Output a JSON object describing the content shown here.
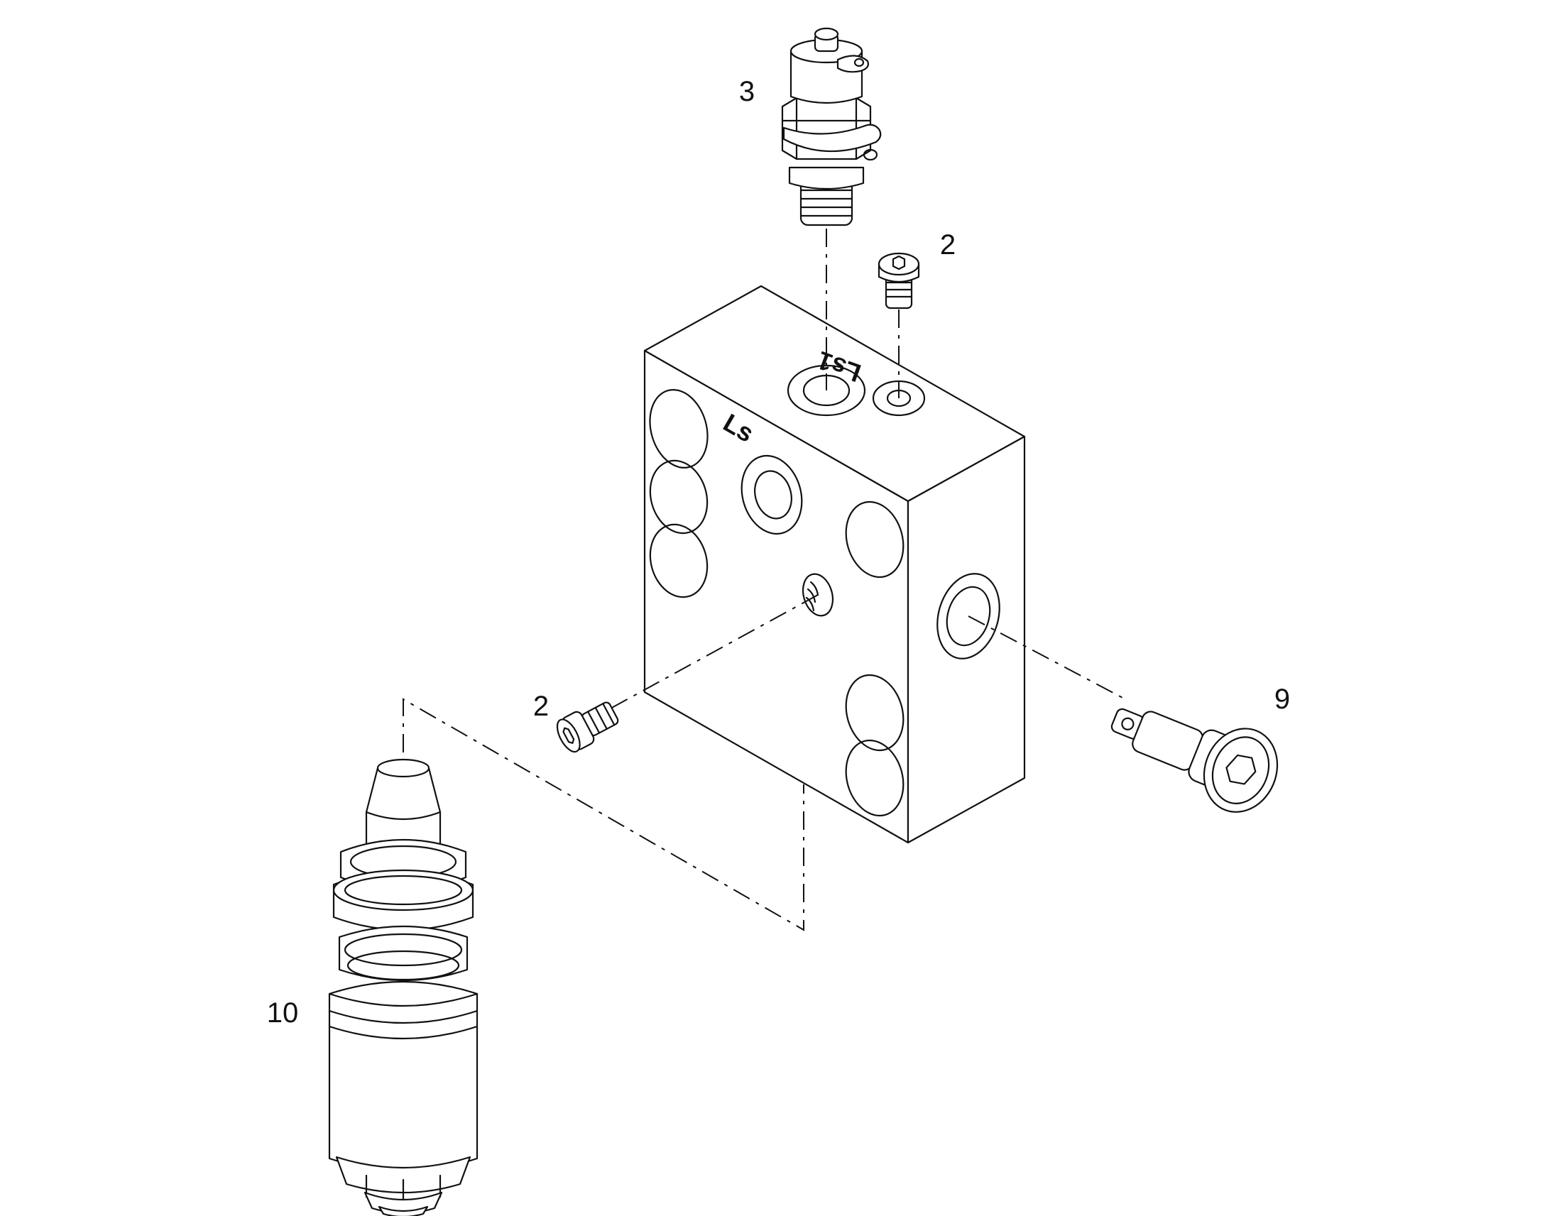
{
  "callouts": {
    "item_3": "3",
    "item_2_top": "2",
    "item_2_left": "2",
    "item_9": "9",
    "item_10": "10"
  },
  "block_markings": {
    "top_port": "Ls1",
    "side_port": "Ls"
  },
  "colors": {
    "line": "#111111",
    "background": "#ffffff"
  }
}
